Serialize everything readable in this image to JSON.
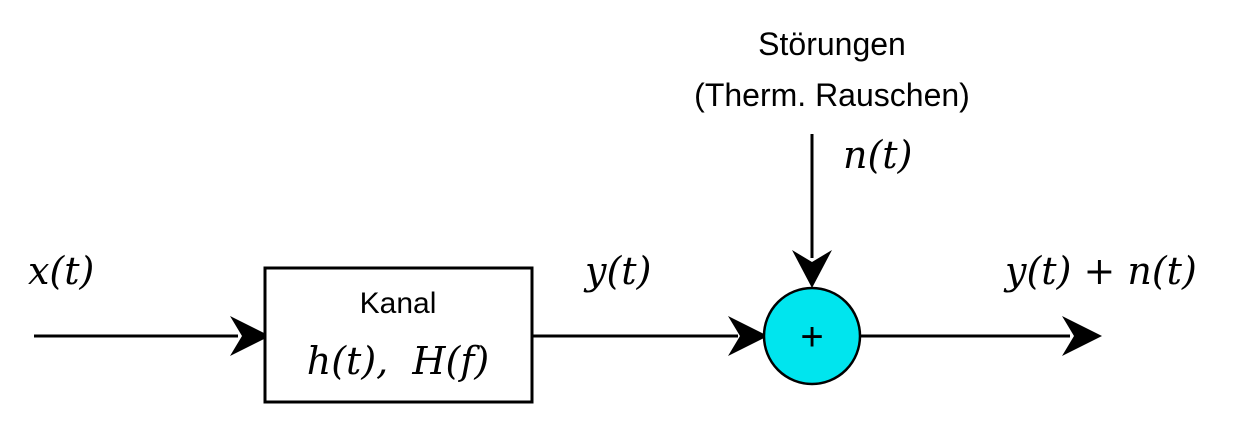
{
  "diagram": {
    "input_signal": "x(t)",
    "channel": {
      "title": "Kanal",
      "transfer": "h(t),  H(f)"
    },
    "channel_output": "y(t)",
    "disturbance": {
      "title": "Störungen",
      "subtitle": "(Therm. Rauschen)",
      "signal": "n(t)"
    },
    "adder_symbol": "+",
    "output_signal": "y(t) + n(t)"
  },
  "colors": {
    "adder_fill": "#00e5ee",
    "stroke": "#000000",
    "background": "#ffffff"
  }
}
